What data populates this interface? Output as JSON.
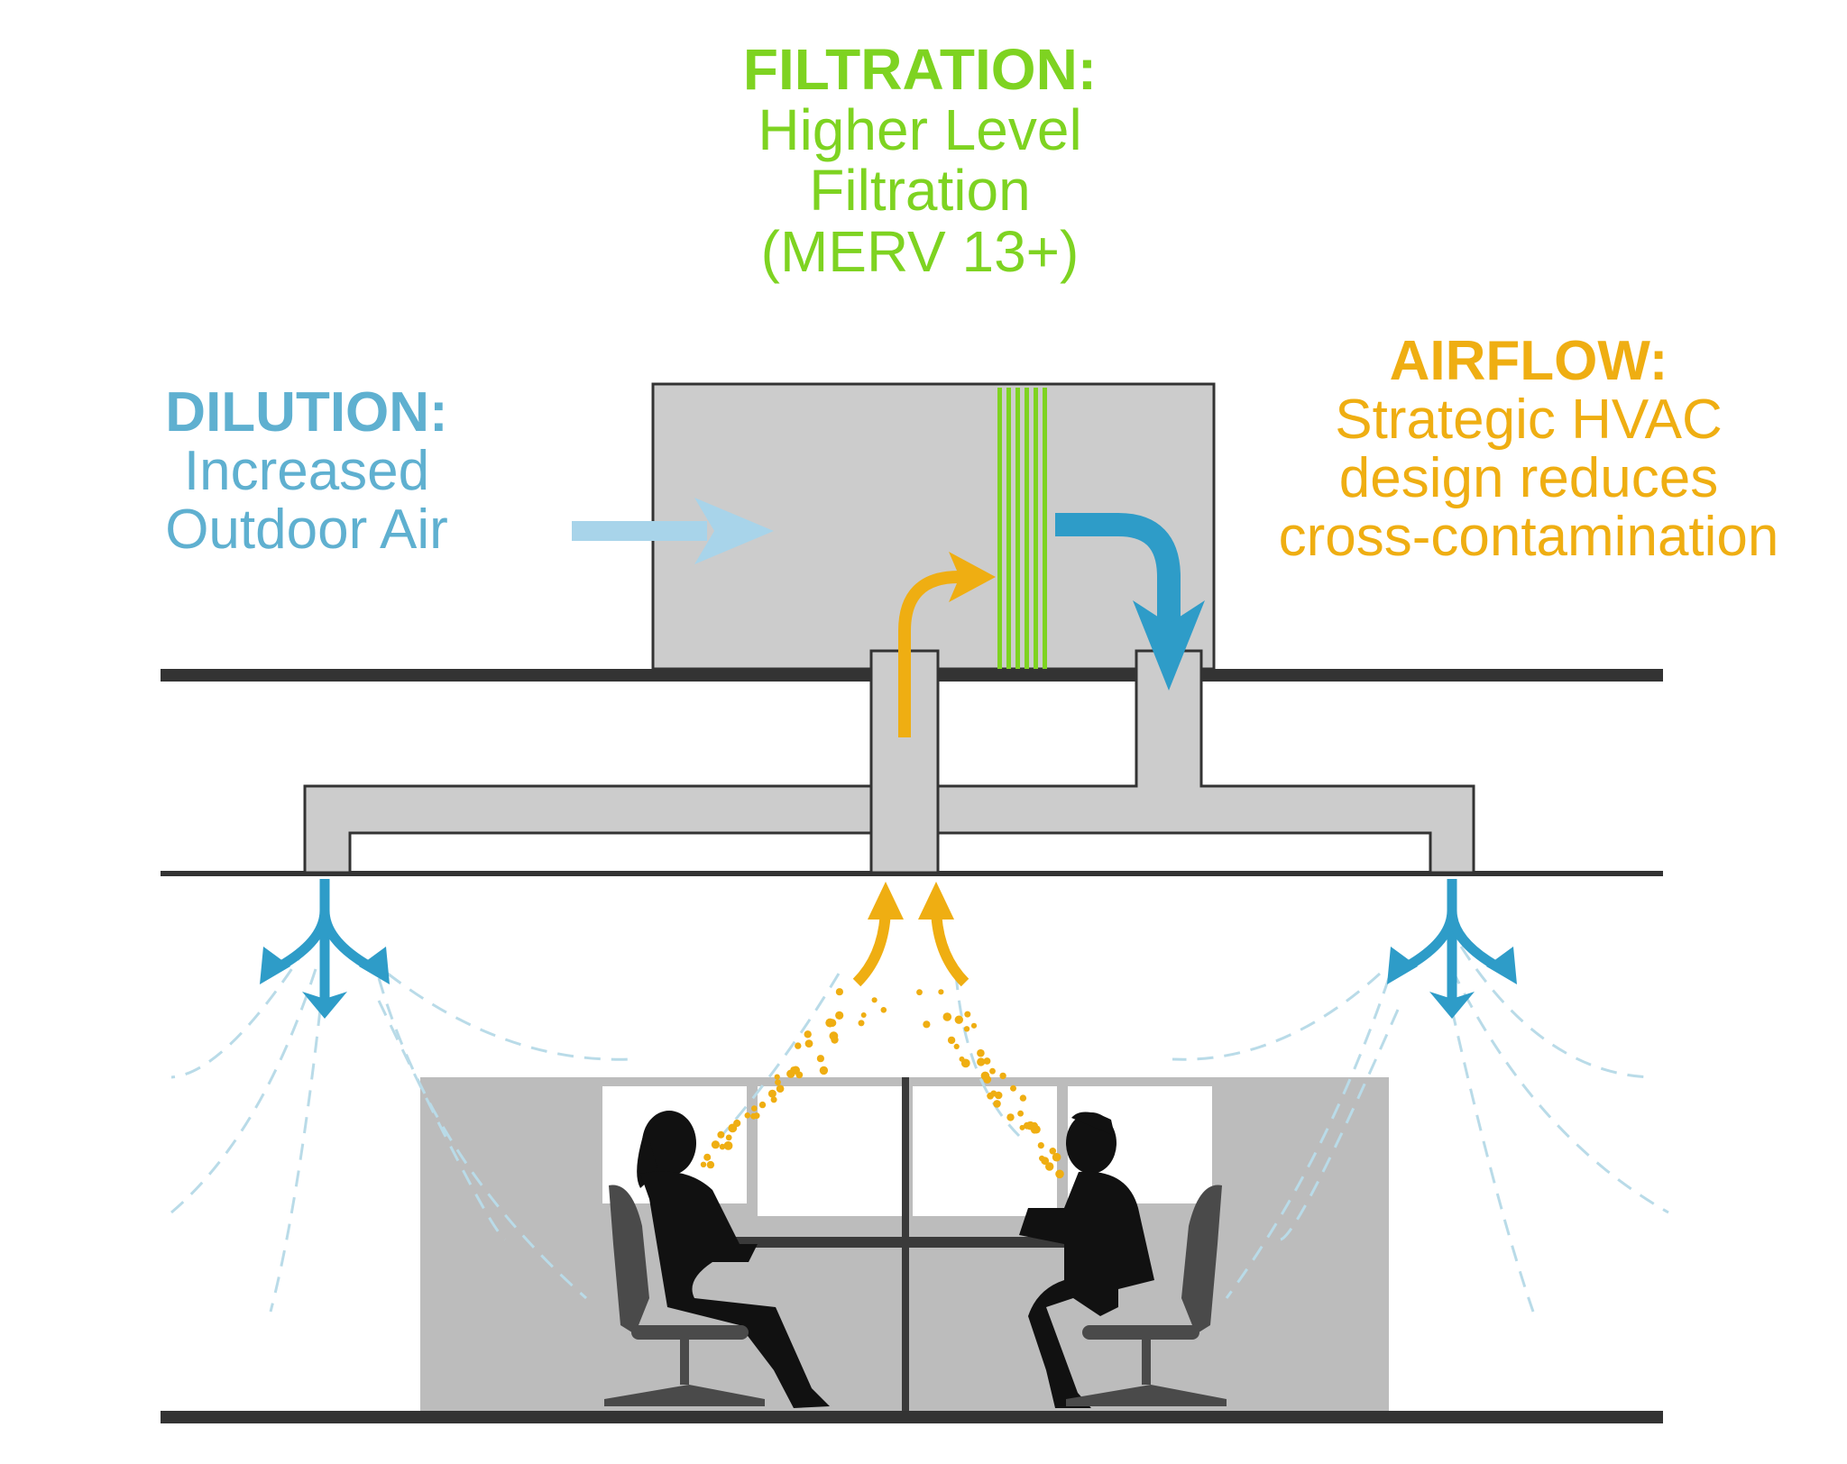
{
  "colors": {
    "filtration": "#7ed321",
    "dilution": "#5fb0d0",
    "airflow": "#efae12",
    "duct_fill": "#cccccc",
    "structure": "#333333",
    "supply_arrow": "#2e9cc8",
    "room_fill": "#bcbcbc"
  },
  "labels": {
    "filtration": {
      "heading": "FILTRATION:",
      "lines": [
        "Higher Level",
        "Filtration",
        "(MERV 13+)"
      ]
    },
    "dilution": {
      "heading": "DILUTION:",
      "lines": [
        "Increased",
        "Outdoor Air"
      ]
    },
    "airflow": {
      "heading": "AIRFLOW:",
      "lines": [
        "Strategic HVAC",
        "design reduces",
        "cross-contamination"
      ]
    }
  },
  "icons": {
    "outdoor_air": "arrow-right-icon",
    "return_air": "arrow-curved-up-right-icon",
    "filtered_supply": "arrow-curved-down-icon",
    "diffuser_left": "diffuser-spread-arrows-icon",
    "diffuser_right": "diffuser-spread-arrows-icon",
    "return_intake": "double-up-arrows-icon",
    "occupant_left": "seated-woman-silhouette-icon",
    "occupant_right": "seated-woman-silhouette-icon",
    "chair": "office-chair-icon"
  }
}
